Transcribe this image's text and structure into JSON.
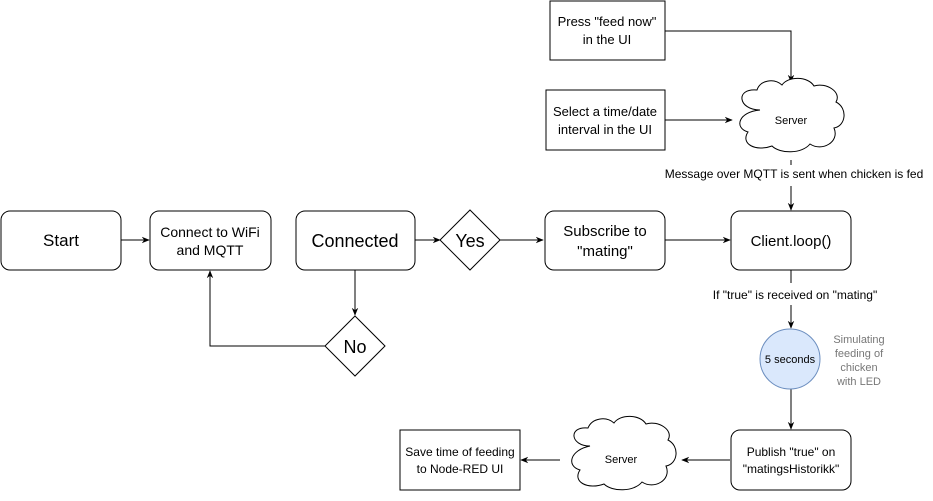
{
  "nodes": {
    "start": "Start",
    "connect_1": "Connect to WiFi",
    "connect_2": "and MQTT",
    "connected": "Connected",
    "yes": "Yes",
    "no": "No",
    "subscribe_1": "Subscribe to",
    "subscribe_2": "\"mating\"",
    "client_loop": "Client.loop()",
    "feed_now_1": "Press \"feed now\"",
    "feed_now_2": "in the UI",
    "select_1": "Select a time/date",
    "select_2": "interval in the UI",
    "server_top": "Server",
    "server_bottom": "Server",
    "five_seconds": "5 seconds",
    "publish_1": "Publish \"true\" on",
    "publish_2": "\"matingsHistorikk\"",
    "save_1": "Save time of feeding",
    "save_2": "to Node-RED UI"
  },
  "edge_labels": {
    "mqtt_message": "Message over MQTT is sent when chicken is fed",
    "if_true": "If \"true\" is received on \"mating\""
  },
  "annotation": {
    "line1": "Simulating",
    "line2": "feeding of",
    "line3": "chicken",
    "line4": "with LED"
  },
  "colors": {
    "stroke": "#000000",
    "circle_fill": "#dae8fc",
    "circle_stroke": "#6c8ebf",
    "annotation_text": "#777777"
  }
}
